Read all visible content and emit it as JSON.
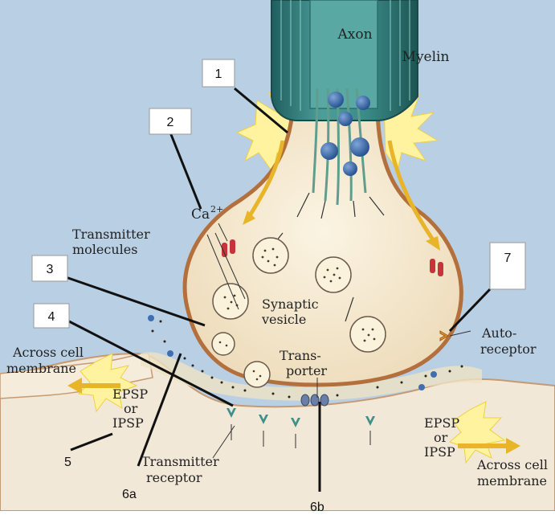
{
  "labels": {
    "axon": "Axon",
    "myelin": "Myelin",
    "calcium": "Ca",
    "calcium_sup": "2+",
    "transmitter_molecules_1": "Transmitter",
    "transmitter_molecules_2": "molecules",
    "synaptic_vesicle_1": "Synaptic",
    "synaptic_vesicle_2": "vesicle",
    "across_left_1": "Across cell",
    "across_left_2": "membrane",
    "epsp_left_1": "EPSP",
    "epsp_left_2": "or",
    "epsp_left_3": "IPSP",
    "transporter_1": "Trans-",
    "transporter_2": "porter",
    "autoreceptor_1": "Auto-",
    "autoreceptor_2": "receptor",
    "epsp_right_1": "EPSP",
    "epsp_right_2": "or",
    "epsp_right_3": "IPSP",
    "across_right_1": "Across cell",
    "across_right_2": "membrane",
    "transmitter_receptor_1": "Transmitter",
    "transmitter_receptor_2": "receptor"
  },
  "callouts": {
    "n1": "1",
    "n2": "2",
    "n3": "3",
    "n4": "4",
    "n5": "5",
    "n6a": "6a",
    "n6b": "6b",
    "n7": "7"
  },
  "colors": {
    "background_blue": "#b9cfe4",
    "postsynaptic_cell": "#f2e8d8",
    "terminal_fill": "#f6ecd6",
    "membrane": "#b4703c",
    "axon_teal": "#3e8c8a",
    "vesicle_blue": "#3f6fb0",
    "channel_red": "#c8323a",
    "arrow_yellow": "#e8b428",
    "flash_yellow": "#fff3a0"
  }
}
